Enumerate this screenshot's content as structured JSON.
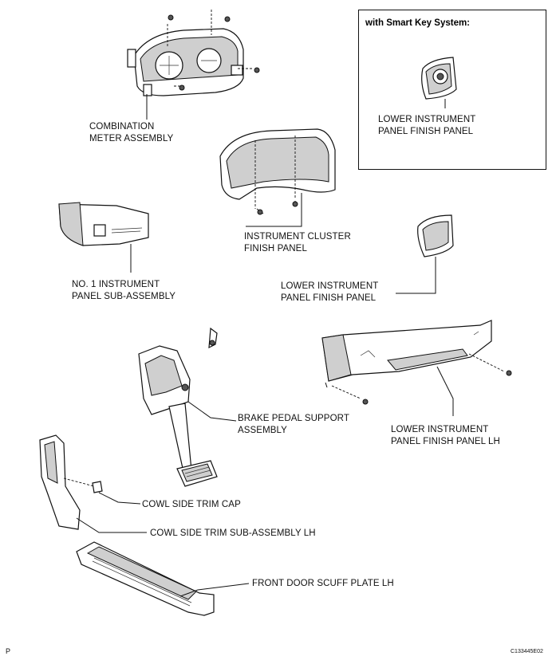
{
  "inset": {
    "title": "with Smart Key System:",
    "label_line1": "LOWER INSTRUMENT",
    "label_line2": "PANEL FINISH PANEL"
  },
  "parts": {
    "combination_meter": {
      "line1": "COMBINATION",
      "line2": "METER ASSEMBLY"
    },
    "instrument_cluster_finish_panel": {
      "line1": "INSTRUMENT CLUSTER",
      "line2": "FINISH PANEL"
    },
    "no1_instrument_panel": {
      "line1": "NO. 1 INSTRUMENT",
      "line2": "PANEL SUB-ASSEMBLY"
    },
    "lower_instrument_panel_finish_panel": {
      "line1": "LOWER INSTRUMENT",
      "line2": "PANEL FINISH PANEL"
    },
    "brake_pedal_support": {
      "line1": "BRAKE PEDAL SUPPORT",
      "line2": "ASSEMBLY"
    },
    "lower_instrument_panel_finish_panel_lh": {
      "line1": "LOWER INSTRUMENT",
      "line2": "PANEL FINISH PANEL LH"
    },
    "cowl_side_trim_cap": {
      "line1": "COWL SIDE TRIM CAP"
    },
    "cowl_side_trim_lh": {
      "line1": "COWL SIDE TRIM SUB-ASSEMBLY LH"
    },
    "front_door_scuff_plate": {
      "line1": "FRONT DOOR SCUFF PLATE LH"
    }
  },
  "footer": {
    "left_mark": "P",
    "figure_code": "C133445E02"
  }
}
